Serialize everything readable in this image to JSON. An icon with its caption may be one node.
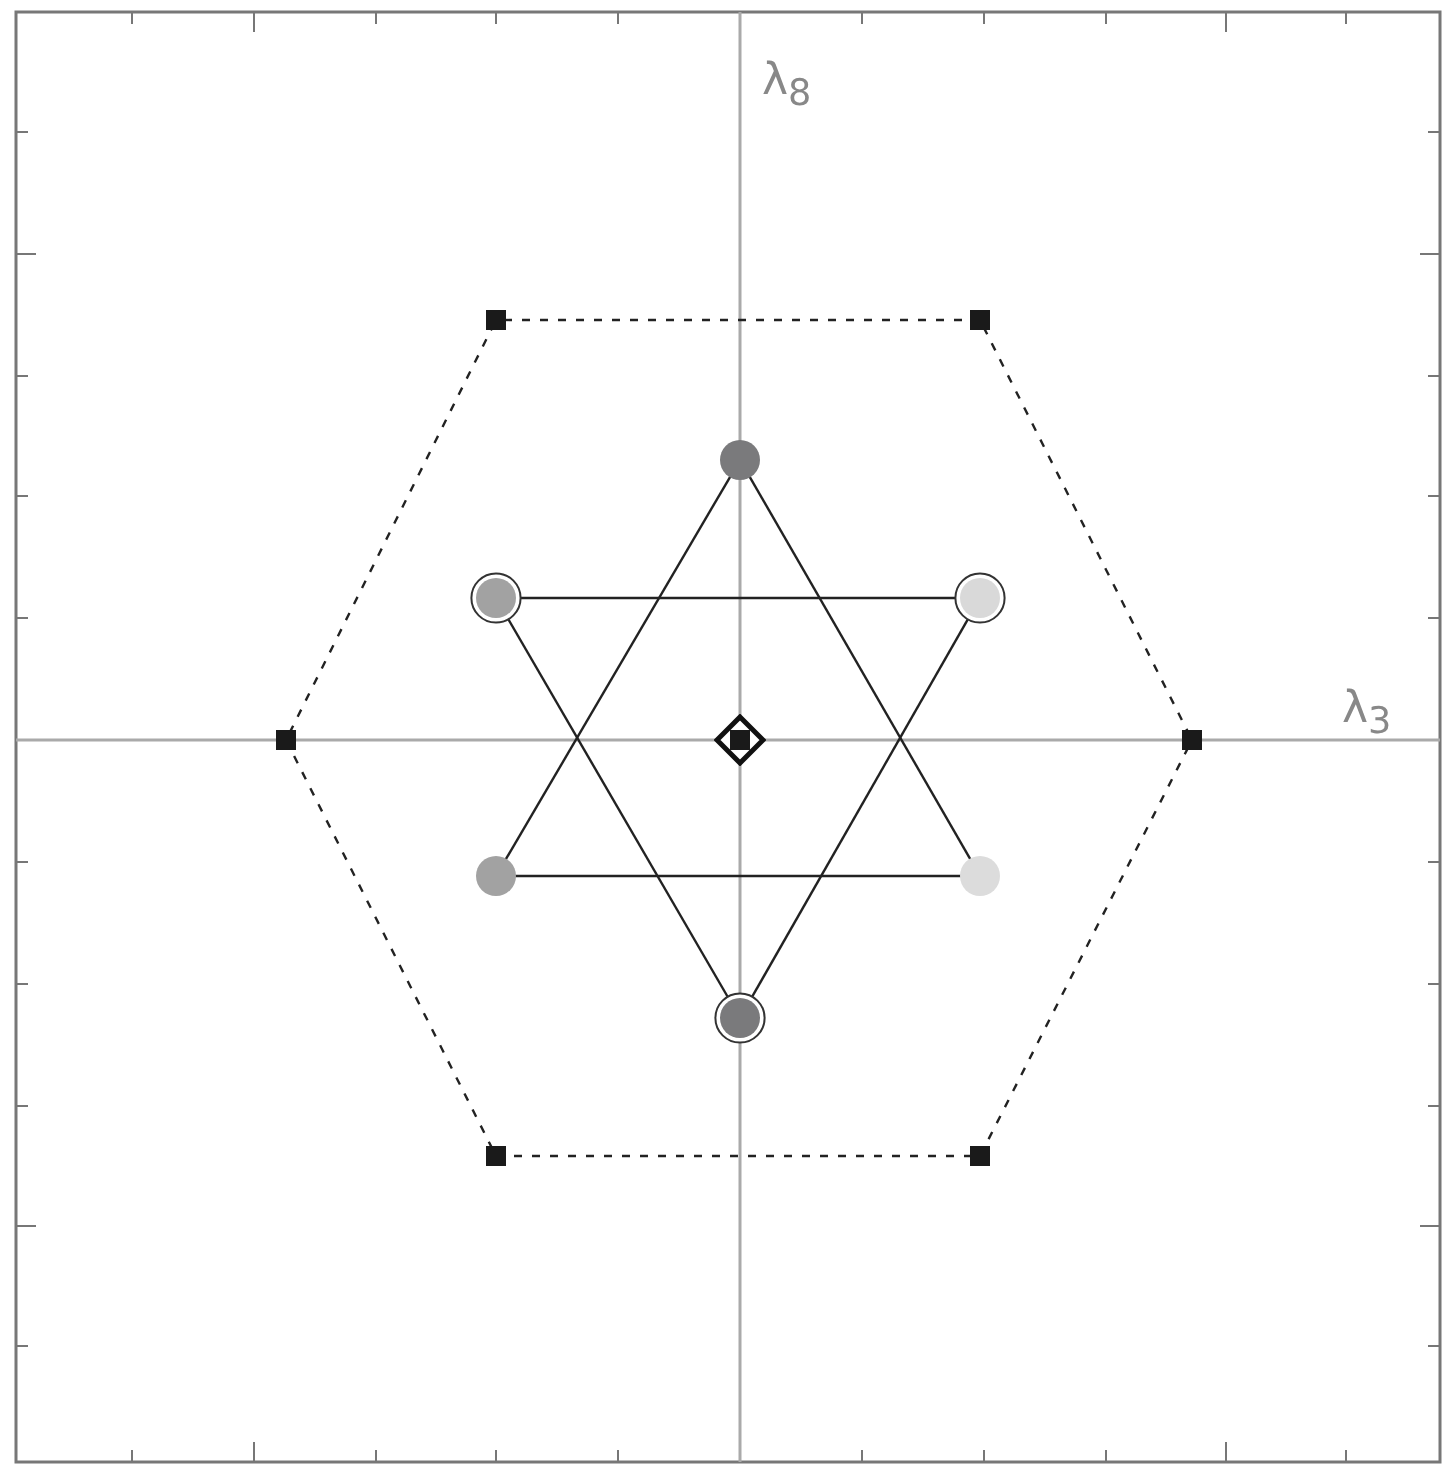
{
  "diagram": {
    "nodes": [
      {
        "text": [],
        "shape": "circle"
      },
      {
        "text": [],
        "shape": "circle"
      },
      {
        "text": [],
        "shape": "circle"
      },
      {
        "text": [],
        "shape": "circle"
      },
      {
        "text": [],
        "shape": "circle"
      },
      {
        "text": [],
        "shape": "circle"
      },
      {
        "text": [],
        "shape": "box"
      },
      {
        "text": [],
        "shape": "box"
      },
      {
        "text": [],
        "shape": "box"
      },
      {
        "text": [],
        "shape": "box"
      },
      {
        "text": [],
        "shape": "box"
      },
      {
        "text": [],
        "shape": "box"
      },
      {
        "text": [],
        "shape": "diamond"
      }
    ],
    "edges": [
      {
        "from": 0,
        "to": 3,
        "arrow": "none"
      },
      {
        "from": 3,
        "to": 4,
        "arrow": "none"
      },
      {
        "from": 4,
        "to": 0,
        "arrow": "none"
      },
      {
        "from": 1,
        "to": 2,
        "arrow": "none"
      },
      {
        "from": 2,
        "to": 5,
        "arrow": "none"
      },
      {
        "from": 5,
        "to": 1,
        "arrow": "none"
      },
      {
        "from": 6,
        "to": 7,
        "arrow": "none",
        "style": "dashed"
      },
      {
        "from": 7,
        "to": 8,
        "arrow": "none",
        "style": "dashed"
      },
      {
        "from": 8,
        "to": 9,
        "arrow": "none",
        "style": "dashed"
      },
      {
        "from": 9,
        "to": 10,
        "arrow": "none",
        "style": "dashed"
      },
      {
        "from": 10,
        "to": 11,
        "arrow": "none",
        "style": "dashed"
      },
      {
        "from": 11,
        "to": 6,
        "arrow": "none",
        "style": "dashed"
      }
    ],
    "labels": [
      "λ$_{8}$",
      "λ$_{3}$"
    ]
  }
}
